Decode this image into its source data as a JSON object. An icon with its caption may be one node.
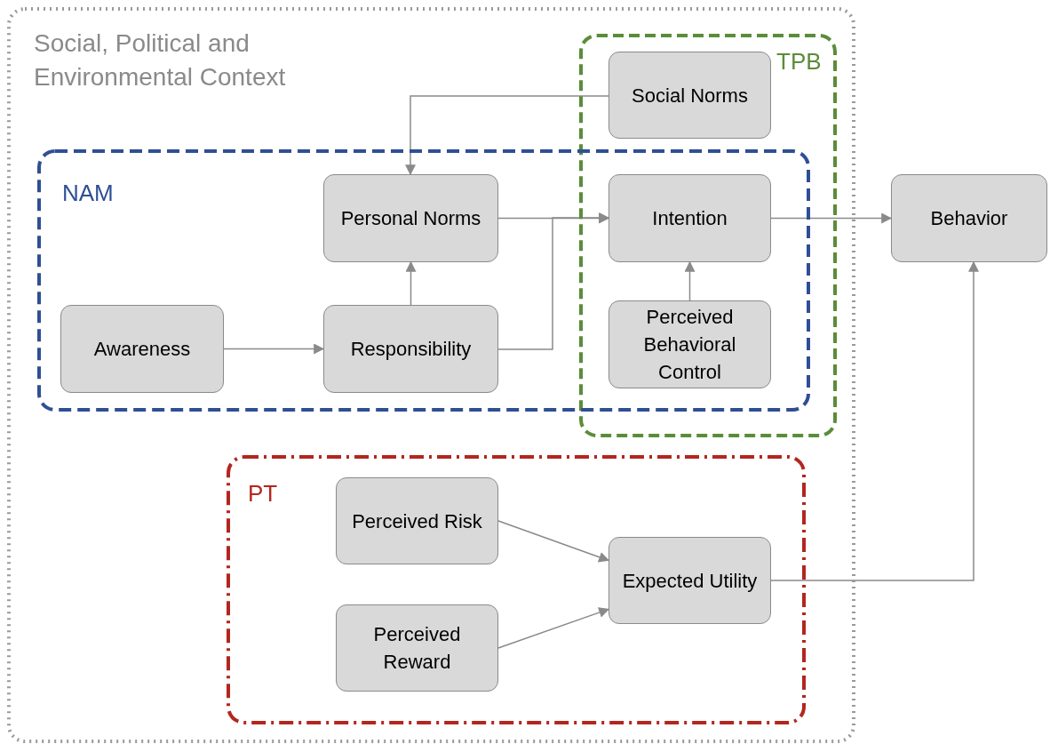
{
  "diagram": {
    "nodes": [
      {
        "text": [
          "Social, Political and Environmental Context"
        ]
      },
      {
        "text": [
          "TPB"
        ],
        "in": 0
      },
      {
        "text": [
          "Social Norms"
        ],
        "in": 1
      },
      {
        "text": [
          "NAM"
        ],
        "in": 0
      },
      {
        "text": [
          "Personal Norms"
        ],
        "in": 3
      },
      {
        "text": [
          "Intention"
        ]
      },
      {
        "text": [
          "Behavior"
        ]
      },
      {
        "text": [
          "Awareness"
        ],
        "in": 3
      },
      {
        "text": [
          "Responsibility"
        ],
        "in": 3
      },
      {
        "text": [
          "Perceived Behavioral Control"
        ]
      },
      {
        "text": [
          "PT"
        ],
        "in": 0
      },
      {
        "text": [
          "Perceived Risk"
        ],
        "in": 10
      },
      {
        "text": [
          "Expected Utility"
        ],
        "in": 10
      },
      {
        "text": [
          "Perceived Reward"
        ],
        "in": 10
      }
    ],
    "edges": [
      {
        "from": 2,
        "to": 4,
        "arrow": "to"
      },
      {
        "from": 7,
        "to": 8,
        "arrow": "to"
      },
      {
        "from": 8,
        "to": 4,
        "arrow": "to"
      },
      {
        "from": 4,
        "to": 5,
        "arrow": "to"
      },
      {
        "from": 8,
        "to": 5,
        "arrow": "to"
      },
      {
        "from": 9,
        "to": 5,
        "arrow": "to"
      },
      {
        "from": 5,
        "to": 6,
        "arrow": "to"
      },
      {
        "from": 11,
        "to": 12,
        "arrow": "to"
      },
      {
        "from": 13,
        "to": 12,
        "arrow": "to"
      },
      {
        "from": 12,
        "to": 6,
        "arrow": "to"
      }
    ]
  }
}
